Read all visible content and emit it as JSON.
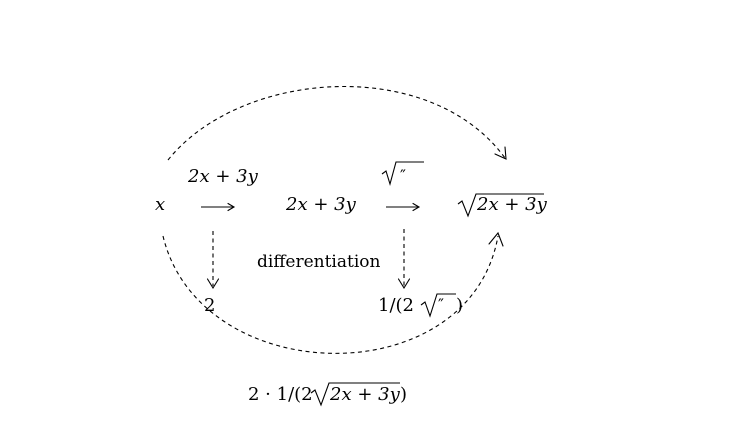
{
  "nodes": {
    "x": "x",
    "middle": "2x + 3y",
    "sqrt_radicand": "2x + 3y",
    "deriv_left": "2",
    "deriv_right_prefix": "1/(2",
    "deriv_right_radicand": "″",
    "deriv_right_suffix": ")"
  },
  "arrow_labels": {
    "first": "2x + 3y",
    "second_radicand": "″"
  },
  "center_label": "differentiation",
  "bottom_formula": {
    "prefix": "2 · 1/(2",
    "radicand": "2x + 3y",
    "suffix": ")"
  }
}
